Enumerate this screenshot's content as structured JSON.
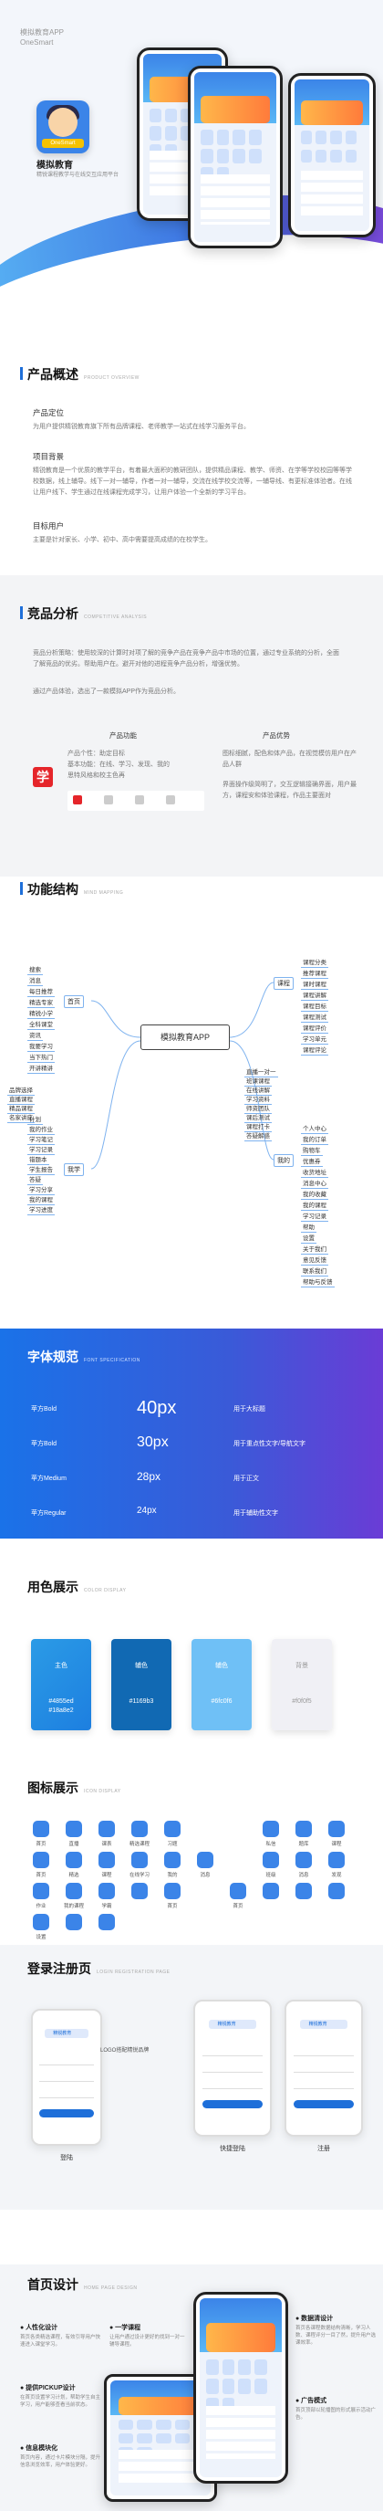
{
  "cover": {
    "title": "模拟教育APP",
    "subtitle": "OneSmart",
    "logo_tag": "OneSmart",
    "brand": "模拟教育",
    "brand_sub": "精锐课程教学与在线交互应用平台"
  },
  "overview": {
    "heading": "产品概述",
    "heading_en": "PRODUCT OVERVIEW",
    "items": [
      {
        "title": "产品定位",
        "text": "为用户提供精锐教育旗下所有品牌课程、老师教学一站式在线学习服务平台。"
      },
      {
        "title": "项目背景",
        "text": "精锐教育是一个优质的教学平台，有着最大面积的教研团队，提供精品课程、教学、师资、在学等学校校园等等学校数据，线上辅导。线下一对一辅导，作者一对一辅导，交流在线学校交流等，一辅导线、有更标准体验者。在线让用户线下、学生通过在线课程完成学习，让用户体验一个全新的学习平台。"
      },
      {
        "title": "目标用户",
        "text": "主要是针对家长、小学、初中、高中需要提高成绩的在校学生。"
      }
    ]
  },
  "analysis": {
    "heading": "竞品分析",
    "heading_en": "COMPETITIVE ANALYSIS",
    "intro": "竞品分析策略：使用较深的计算时对项了解的竞争产品在竞争产品中市场的位置，通过专业系统的分析，全面了解竞品的优劣。帮助用户在。避开对他的进程竞争产品分析，增强优势。",
    "pick": "通过产品体验，选出了一款模拟APP作为竞品分析。",
    "func_title": "产品功能",
    "adv_title": "产品优势",
    "product_name": "学",
    "func_lines": [
      "产品个性：助定目标",
      "基本功能：在线、学习、发现、我的",
      "思特风格和校主色再"
    ],
    "adv_lines": [
      "图标细腻，配色和体产品，在视觉模仿用户在产品人群",
      "界面操作级简明了，交互逻辑接确界面，用户最方，课程安和体验课程，作品主要面对"
    ]
  },
  "function": {
    "heading": "功能结构",
    "heading_en": "MIND MAPPING",
    "center": "模拟教育APP",
    "branches": {
      "home": "首页",
      "course": "课程",
      "study": "我学",
      "mine": "我的"
    },
    "home_nodes": [
      "搜索",
      "消息",
      "每日推荐",
      "精选专家",
      "精锐小学",
      "全科课堂",
      "资讯",
      "我要学习",
      "当下热门",
      "开讲精讲"
    ],
    "home_sub": [
      "品牌选择",
      "直播课程",
      "精品课程",
      "名家讲座"
    ],
    "study_nodes": [
      "计划",
      "我的作业",
      "学习笔记",
      "学习记录",
      "错题本",
      "学生报告",
      "答疑",
      "学习分享",
      "我的课程",
      "学习进度"
    ],
    "course_nodes": [
      "课程分类",
      "推荐课程",
      "课时课程",
      "课程讲解",
      "课程目标",
      "课程测试",
      "课程评价",
      "学习单元",
      "课程评论"
    ],
    "course_sub": [
      "直播一对一",
      "班课课程",
      "在线讲解",
      "学习资料",
      "师资团队",
      "课后测试",
      "课程打卡",
      "答疑解惑"
    ],
    "mine_nodes": [
      "个人中心",
      "我的订单",
      "购物车",
      "优惠券",
      "收货地址",
      "消息中心",
      "我的收藏",
      "我的课程",
      "学习记录",
      "帮助",
      "设置",
      "关于我们",
      "意见反馈",
      "联系我们",
      "帮助与反馈"
    ]
  },
  "typography": {
    "heading": "字体规范",
    "heading_en": "FONT SPECIFICATION",
    "rows": [
      {
        "name": "苹方Bold",
        "size": "40px",
        "desc": "用于大标题"
      },
      {
        "name": "苹方Bold",
        "size": "30px",
        "desc": "用于重点性文字/导航文字"
      },
      {
        "name": "苹方Medium",
        "size": "28px",
        "desc": "用于正文"
      },
      {
        "name": "苹方Regular",
        "size": "24px",
        "desc": "用于辅助性文字"
      }
    ]
  },
  "colors": {
    "heading": "用色展示",
    "heading_en": "COLOR DISPLAY",
    "swatches": [
      {
        "name": "主色",
        "hex": "#4855ed\n#18a8e2",
        "c1": "#2b9be6",
        "c2": "#1d7fe0",
        "text": "#fff"
      },
      {
        "name": "辅色",
        "hex": "#1169b3",
        "c1": "#1169b3",
        "c2": "#1169b3",
        "text": "#fff"
      },
      {
        "name": "辅色",
        "hex": "#6fc0f6",
        "c1": "#6fc0f6",
        "c2": "#6fc0f6",
        "text": "#fff"
      },
      {
        "name": "背景",
        "hex": "#f0f0f5",
        "c1": "#f0f0f5",
        "c2": "#f0f0f5",
        "text": "#999"
      }
    ]
  },
  "icons": {
    "heading": "图标展示",
    "heading_en": "ICON DISPLAY",
    "rows": [
      [
        {
          "n": "首页",
          "c": "#3b84e8"
        },
        {
          "n": "直播",
          "c": "#3b84e8"
        },
        {
          "n": "课表",
          "c": "#3b84e8"
        },
        {
          "n": "精选课程",
          "c": "#3b84e8"
        },
        {
          "n": "习题",
          "c": "#3b84e8"
        },
        {
          "n": "",
          "c": "#f0f0f5"
        },
        {
          "n": "",
          "c": "#f0f0f5"
        },
        {
          "n": "私信",
          "c": "#3b84e8"
        },
        {
          "n": "题库",
          "c": "#3b84e8"
        },
        {
          "n": "课程",
          "c": "#3b84e8"
        }
      ],
      [
        {
          "n": "首页",
          "c": "#3b84e8"
        },
        {
          "n": "精选",
          "c": "#3b84e8"
        },
        {
          "n": "课程",
          "c": "#3b84e8"
        },
        {
          "n": "在线学习",
          "c": "#3b84e8"
        },
        {
          "n": "我的",
          "c": "#3b84e8"
        },
        {
          "n": "消息",
          "c": "#3b84e8"
        },
        {
          "n": "",
          "c": "#f0f0f5"
        },
        {
          "n": "班级",
          "c": "#3b84e8"
        },
        {
          "n": "消息",
          "c": "#3b84e8"
        },
        {
          "n": "发现",
          "c": "#3b84e8"
        }
      ],
      [
        {
          "n": "作业",
          "c": "#3b84e8"
        },
        {
          "n": "我的课程",
          "c": "#3b84e8"
        },
        {
          "n": "学霸",
          "c": "#3b84e8"
        },
        {
          "n": "",
          "c": "#3b84e8"
        },
        {
          "n": "首页",
          "c": "#3b84e8"
        },
        {
          "n": "",
          "c": "#f0f0f5"
        },
        {
          "n": "首页",
          "c": "#3b84e8"
        },
        {
          "n": "",
          "c": "#3b84e8"
        },
        {
          "n": "",
          "c": "#3b84e8"
        },
        {
          "n": "",
          "c": "#3b84e8"
        }
      ],
      [
        {
          "n": "设置",
          "c": "#3b84e8"
        },
        {
          "n": "",
          "c": "#3b84e8"
        },
        {
          "n": "",
          "c": "#3b84e8"
        },
        {
          "n": "",
          "c": "#f0f0f5"
        },
        {
          "n": "",
          "c": "#f0f0f5"
        },
        {
          "n": "",
          "c": "#f0f0f5"
        },
        {
          "n": "",
          "c": "#f0f0f5"
        },
        {
          "n": "",
          "c": "#f0f0f5"
        },
        {
          "n": "",
          "c": "#f0f0f5"
        },
        {
          "n": "",
          "c": "#f0f0f5"
        }
      ]
    ]
  },
  "login": {
    "heading": "登录注册页",
    "heading_en": "LOGIN REGISTRATION PAGE",
    "pages": [
      {
        "caption": "登陆",
        "logo": "精锐教育"
      },
      {
        "caption": "快捷登陆",
        "logo": "精锐教育"
      },
      {
        "caption": "注册",
        "logo": "精锐教育"
      }
    ],
    "callout": "LOGO搭配精锐品牌"
  },
  "home": {
    "heading": "首页设计",
    "heading_en": "HOME PAGE DESIGN",
    "notes_left": [
      {
        "t": "人性化设计",
        "d": "首页各类精选课程，有效引导用户快速进入课堂学习。"
      },
      {
        "t": "提供PICKUP设计",
        "d": "在首页设置学习计划，帮助学生自主学习，用户能够查看当前状态。"
      },
      {
        "t": "信息模块化",
        "d": "首页内容，通过卡片模块分隔，提升信息浏览效率，用户体验更好。"
      }
    ],
    "notes_mid": [
      {
        "t": "一学课程",
        "d": "让用户通过设计更好的找到一对一辅导课程。"
      }
    ],
    "notes_right": [
      {
        "t": "数据清设计",
        "d": "首页各课程数据结构清晰，学习人数、课程评分一目了然，提升用户选课效率。"
      },
      {
        "t": "广告模式",
        "d": "首页顶部以轮播图的形式展示活动广告。"
      }
    ]
  }
}
